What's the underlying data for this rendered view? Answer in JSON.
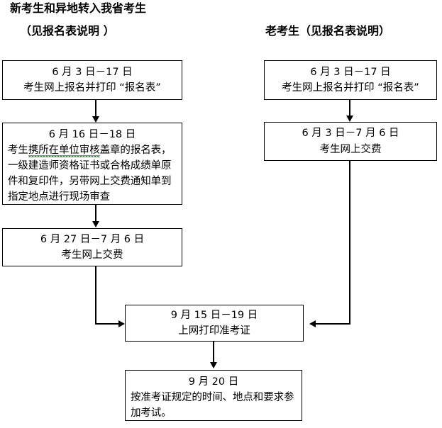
{
  "headers": {
    "new_candidates_line1": "新考生和异地转入我省考生",
    "new_candidates_line2": "（见报名表说明 ）",
    "old_candidates": "老考生（见报名表说明）"
  },
  "nodes": {
    "left_register": {
      "date": "6 月 3 日－17 日",
      "text": "考生网上报名并打印 “报名表”"
    },
    "left_review": {
      "date": "6 月 16 日－18 日",
      "text_part_plain_1": "考生",
      "text_part_marked": "携所在单位审核",
      "text_part_plain_2": "盖章的报名表，一级建造师资格证书或合格成绩单原件和复印件，另带网上交费通知单到指定地点进行现场审查",
      "full_text": "考生携所在单位审核盖章的报名表，一级建造师资格证书或合格成绩单原件和复印件，另带网上交费通知单到指定地点进行现场审查"
    },
    "left_payment": {
      "date": "6 月 27 日－7 月 6 日",
      "text": "考生网上交费"
    },
    "right_register": {
      "date": "6 月 3 日－17 日",
      "text": "考生网上报名并打印 “报名表”"
    },
    "right_payment": {
      "date": "6 月 3 日－7 月 6 日",
      "text": "考生网上交费"
    },
    "print_admission": {
      "date": "9 月 15 日－19 日",
      "text": "上网打印准考证"
    },
    "take_exam": {
      "date": "9 月 20 日",
      "text": "按准考证规定的时间、地点和要求参加考试。"
    }
  },
  "colors": {
    "line": "#000000",
    "background": "#ffffff",
    "spellcheck_underline": "#2e8b2e"
  }
}
